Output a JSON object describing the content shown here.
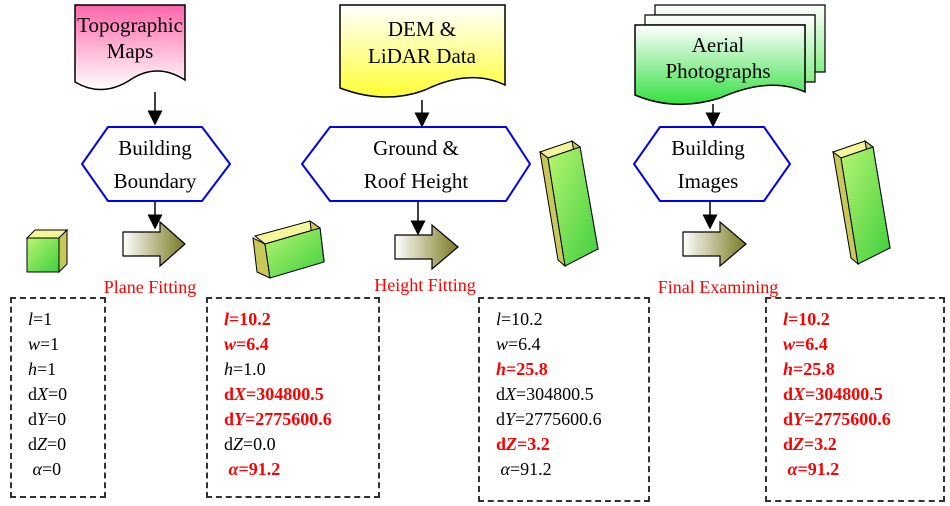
{
  "sources": {
    "topographic": {
      "line1": "Topographic",
      "line2": "Maps",
      "color": "#ff7fb5"
    },
    "dem": {
      "line1": "DEM &",
      "line2": "LiDAR Data",
      "color": "#ffff66"
    },
    "aerial": {
      "line1": "Aerial",
      "line2": "Photographs",
      "color": "#4ce85a"
    }
  },
  "processes": {
    "boundary": {
      "line1": "Building",
      "line2": "Boundary"
    },
    "height": {
      "line1": "Ground &",
      "line2": "Roof Height"
    },
    "images": {
      "line1": "Building",
      "line2": "Images"
    }
  },
  "steps": {
    "plane_fitting": "Plane Fitting",
    "height_fitting": "Height Fitting",
    "final_examining": "Final Examining"
  },
  "parameter_sets": [
    {
      "l": "=1",
      "w": "=1",
      "h": "=1",
      "dX": "=0",
      "dY": "=0",
      "dZ": "=0",
      "alpha": "=0"
    },
    {
      "l": "=10.2",
      "w": "=6.4",
      "h": "=1.0",
      "dX": "=304800.5",
      "dY": "=2775600.6",
      "dZ": "=0.0",
      "alpha": "=91.2"
    },
    {
      "l": "=10.2",
      "w": "=6.4",
      "h": "=25.8",
      "dX": "=304800.5",
      "dY": "=2775600.6",
      "dZ": "=3.2",
      "alpha": "=91.2"
    },
    {
      "l": "=10.2",
      "w": "=6.4",
      "h": "=25.8",
      "dX": "=304800.5",
      "dY": "=2775600.6",
      "dZ": "=3.2",
      "alpha": "=91.2"
    }
  ],
  "symbols": {
    "l": "l",
    "w": "w",
    "h": "h",
    "d": "d",
    "X": "X",
    "Y": "Y",
    "Z": "Z",
    "alpha": "α"
  },
  "colors": {
    "highlight": "#ff0000",
    "hexagon_stroke": "#0000ee",
    "box_face": "#7de04a",
    "box_top": "#f5f59a",
    "box_side": "#c8c85a",
    "arrow_fill": "#8f8f3a"
  }
}
